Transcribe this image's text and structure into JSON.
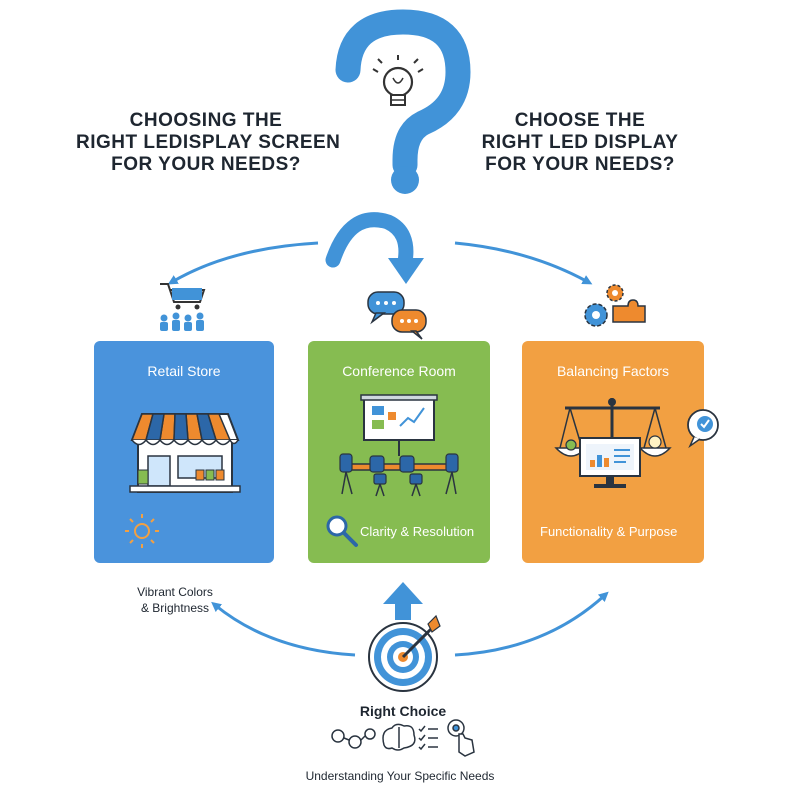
{
  "headings": {
    "left": [
      "CHOOSING THE",
      "RIGHT LEDISPLAY SCREEN",
      "FOR YOUR NEEDS?"
    ],
    "right": [
      "CHOOSE THE",
      "RIGHT LED DISPLAY",
      "FOR YOUR NEEDS?"
    ]
  },
  "panels": {
    "retail": {
      "title": "Retail Store"
    },
    "conference": {
      "title": "Conference Room",
      "caption": "Clarity & Resolution"
    },
    "balancing": {
      "title": "Balancing Factors",
      "caption": "Functionality & Purpose"
    }
  },
  "labels": {
    "vibrant": [
      "Vibrant Colors",
      "& Brightness"
    ],
    "right_choice": "Right Choice",
    "understanding": "Understanding Your Specific Needs"
  },
  "colors": {
    "accent_blue": "#4193d8",
    "retail_panel": "#4a93dc",
    "conference_panel": "#86bc51",
    "balancing_panel": "#f2a042",
    "orange": "#ee8a2e",
    "text_dark": "#1e2630"
  },
  "icons": {
    "top": "question-mark-lightbulb-icon",
    "retail_top": "shopping-cart-people-icon",
    "conference_top": "chat-bubbles-icon",
    "balancing_top": "gears-puzzle-icon",
    "bottom": "target-arrow-icon"
  }
}
